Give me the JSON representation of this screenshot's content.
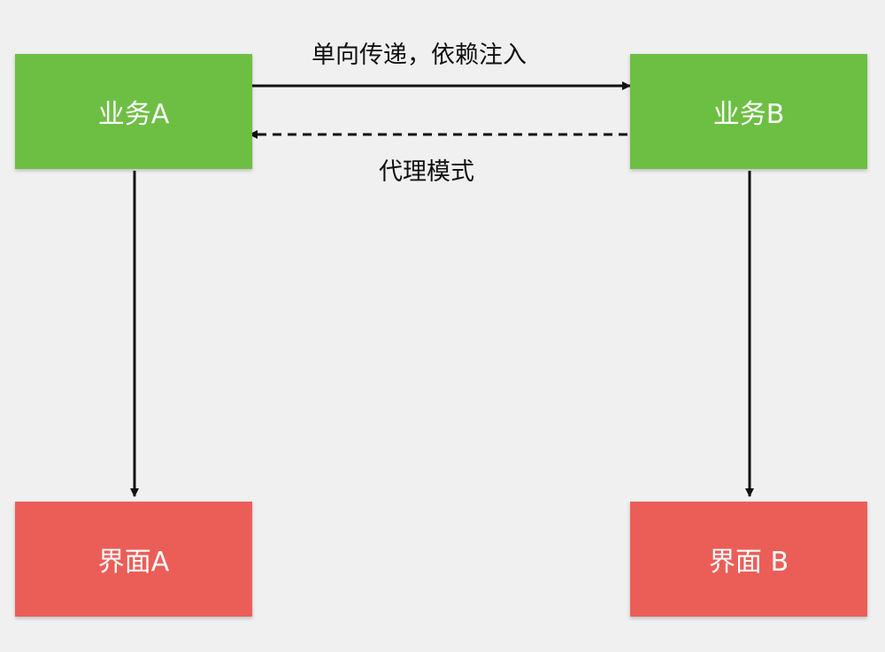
{
  "colors": {
    "background": "#f0f0f0",
    "business_node": "#6dbf43",
    "ui_node": "#eb5e58",
    "text_on_node": "#ffffff",
    "edge": "#111111"
  },
  "nodes": {
    "business_a": {
      "label": "业务A"
    },
    "business_b": {
      "label": "业务B"
    },
    "ui_a": {
      "label": "界面A"
    },
    "ui_b": {
      "label": "界面 B"
    }
  },
  "edges": {
    "forward": {
      "label": "单向传递，依赖注入",
      "style": "solid"
    },
    "proxy": {
      "label": "代理模式",
      "style": "dashed"
    },
    "a_to_ui": {
      "style": "solid"
    },
    "b_to_ui": {
      "style": "solid"
    }
  }
}
